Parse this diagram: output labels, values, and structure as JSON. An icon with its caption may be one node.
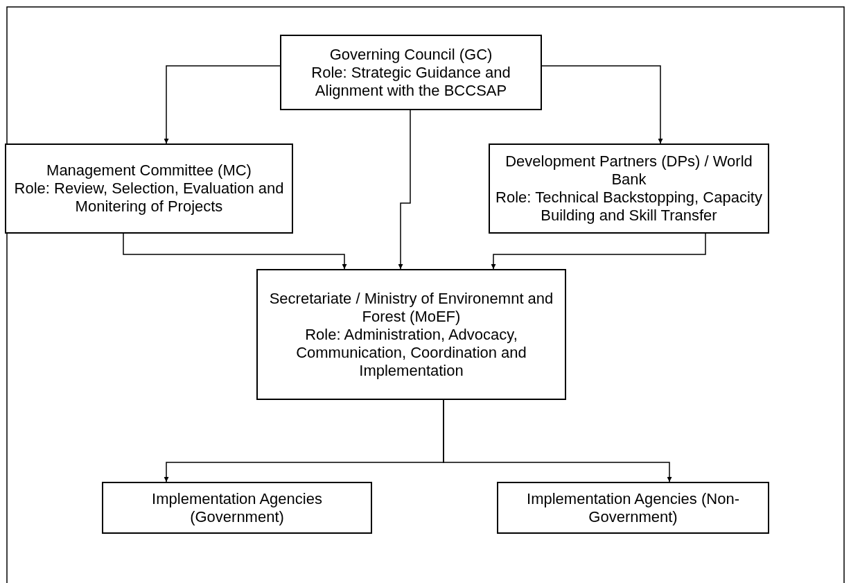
{
  "diagram": {
    "nodes": [
      {
        "text": [
          "Governing Council (GC)",
          "Role: Strategic Guidance and Alignment with the BCCSAP"
        ]
      },
      {
        "text": [
          "Management Committee (MC)",
          "Role: Review, Selection, Evaluation and Monitering of Projects"
        ]
      },
      {
        "text": [
          "Development Partners (DPs) / World Bank",
          "Role: Technical Backstopping, Capacity Building and Skill Transfer"
        ]
      },
      {
        "text": [
          "Secretariate / Ministry of Environemnt and Forest (MoEF)",
          "Role: Administration, Advocacy, Communication, Coordination and Implementation"
        ]
      },
      {
        "text": [
          "Implementation Agencies (Government)"
        ]
      },
      {
        "text": [
          "Implementation Agencies (Non-Government)"
        ]
      }
    ],
    "edges": [
      {
        "from": 0,
        "to": 1,
        "arrow": "to"
      },
      {
        "from": 0,
        "to": 3,
        "arrow": "to"
      },
      {
        "from": 0,
        "to": 2,
        "arrow": "to"
      },
      {
        "from": 1,
        "to": 3,
        "arrow": "to"
      },
      {
        "from": 2,
        "to": 3,
        "arrow": "to"
      },
      {
        "from": 3,
        "to": 4,
        "arrow": "to"
      },
      {
        "from": 3,
        "to": 5,
        "arrow": "to"
      }
    ]
  }
}
